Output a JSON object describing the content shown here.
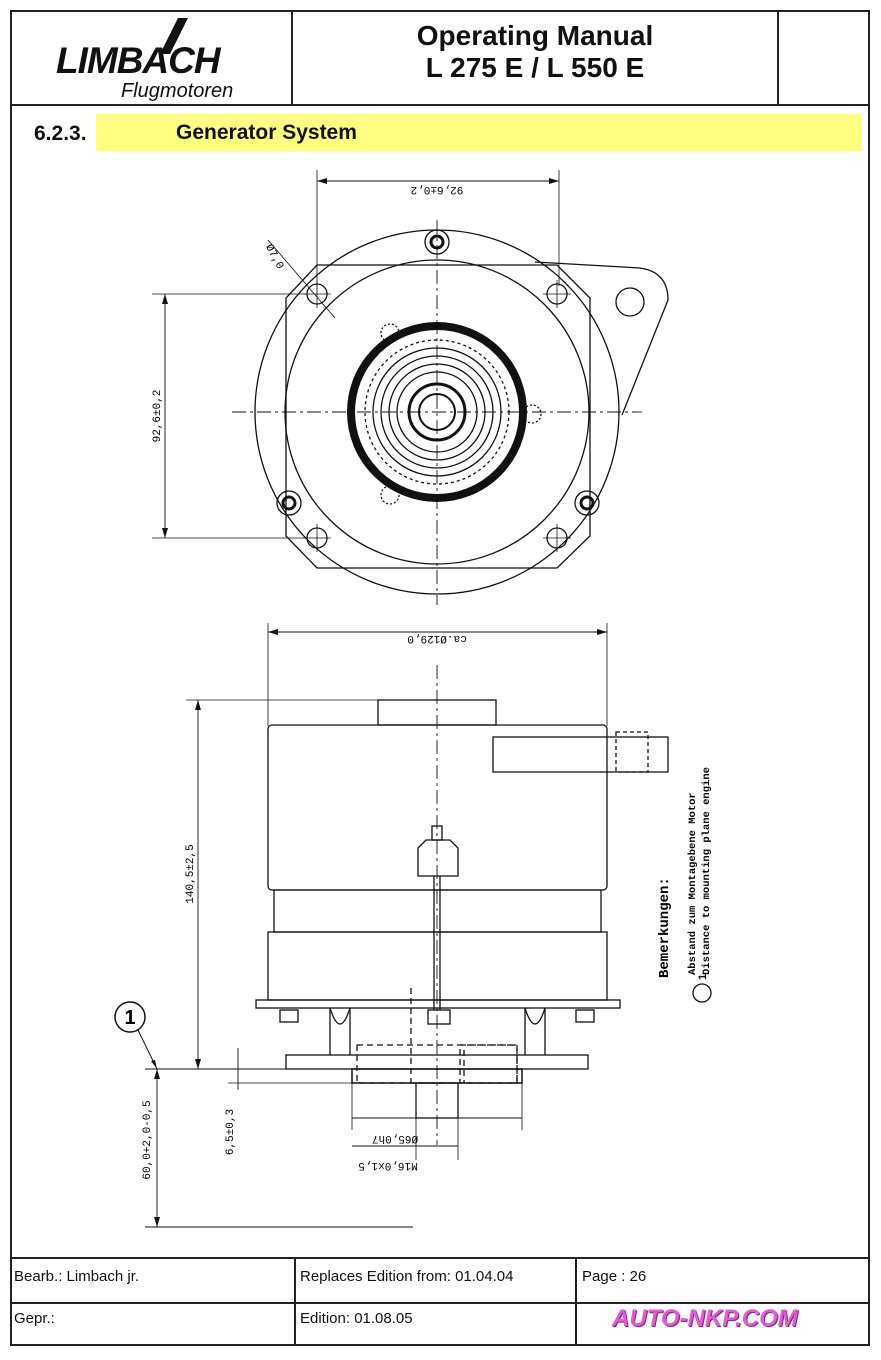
{
  "header": {
    "brand": "LIMBACH",
    "brand_sub": "Flugmotoren",
    "title_line1": "Operating Manual",
    "title_line2": "L 275 E / L 550 E"
  },
  "section": {
    "number": "6.2.3.",
    "title": "Generator System"
  },
  "drawing": {
    "dim_top_width": "92,6±0,2",
    "dim_top_height": "92,6±0,2",
    "dim_hole": "Ø7,0",
    "dim_body_width": "ca.Ø129,0",
    "dim_height": "140,5±2,5",
    "dim_60": "60,0+2,0-0,5",
    "dim_65": "6,5±0,3",
    "dim_pilot": "Ø65,0h7",
    "dim_thread": "M16,0x1,5",
    "callout_number": "1",
    "notes_heading": "Bemerkungen:",
    "note_de": "Abstand zum Montagebene Motor",
    "note_en": "Distance to mounting plane engine"
  },
  "footer": {
    "bearb": "Bearb.: Limbach jr.",
    "replaces": "Replaces Edition from: 01.04.04",
    "page": "Page : 26",
    "gepr": "Gepr.:",
    "edition": "Edition: 01.08.05"
  },
  "watermark": "AUTO-NKP.COM"
}
